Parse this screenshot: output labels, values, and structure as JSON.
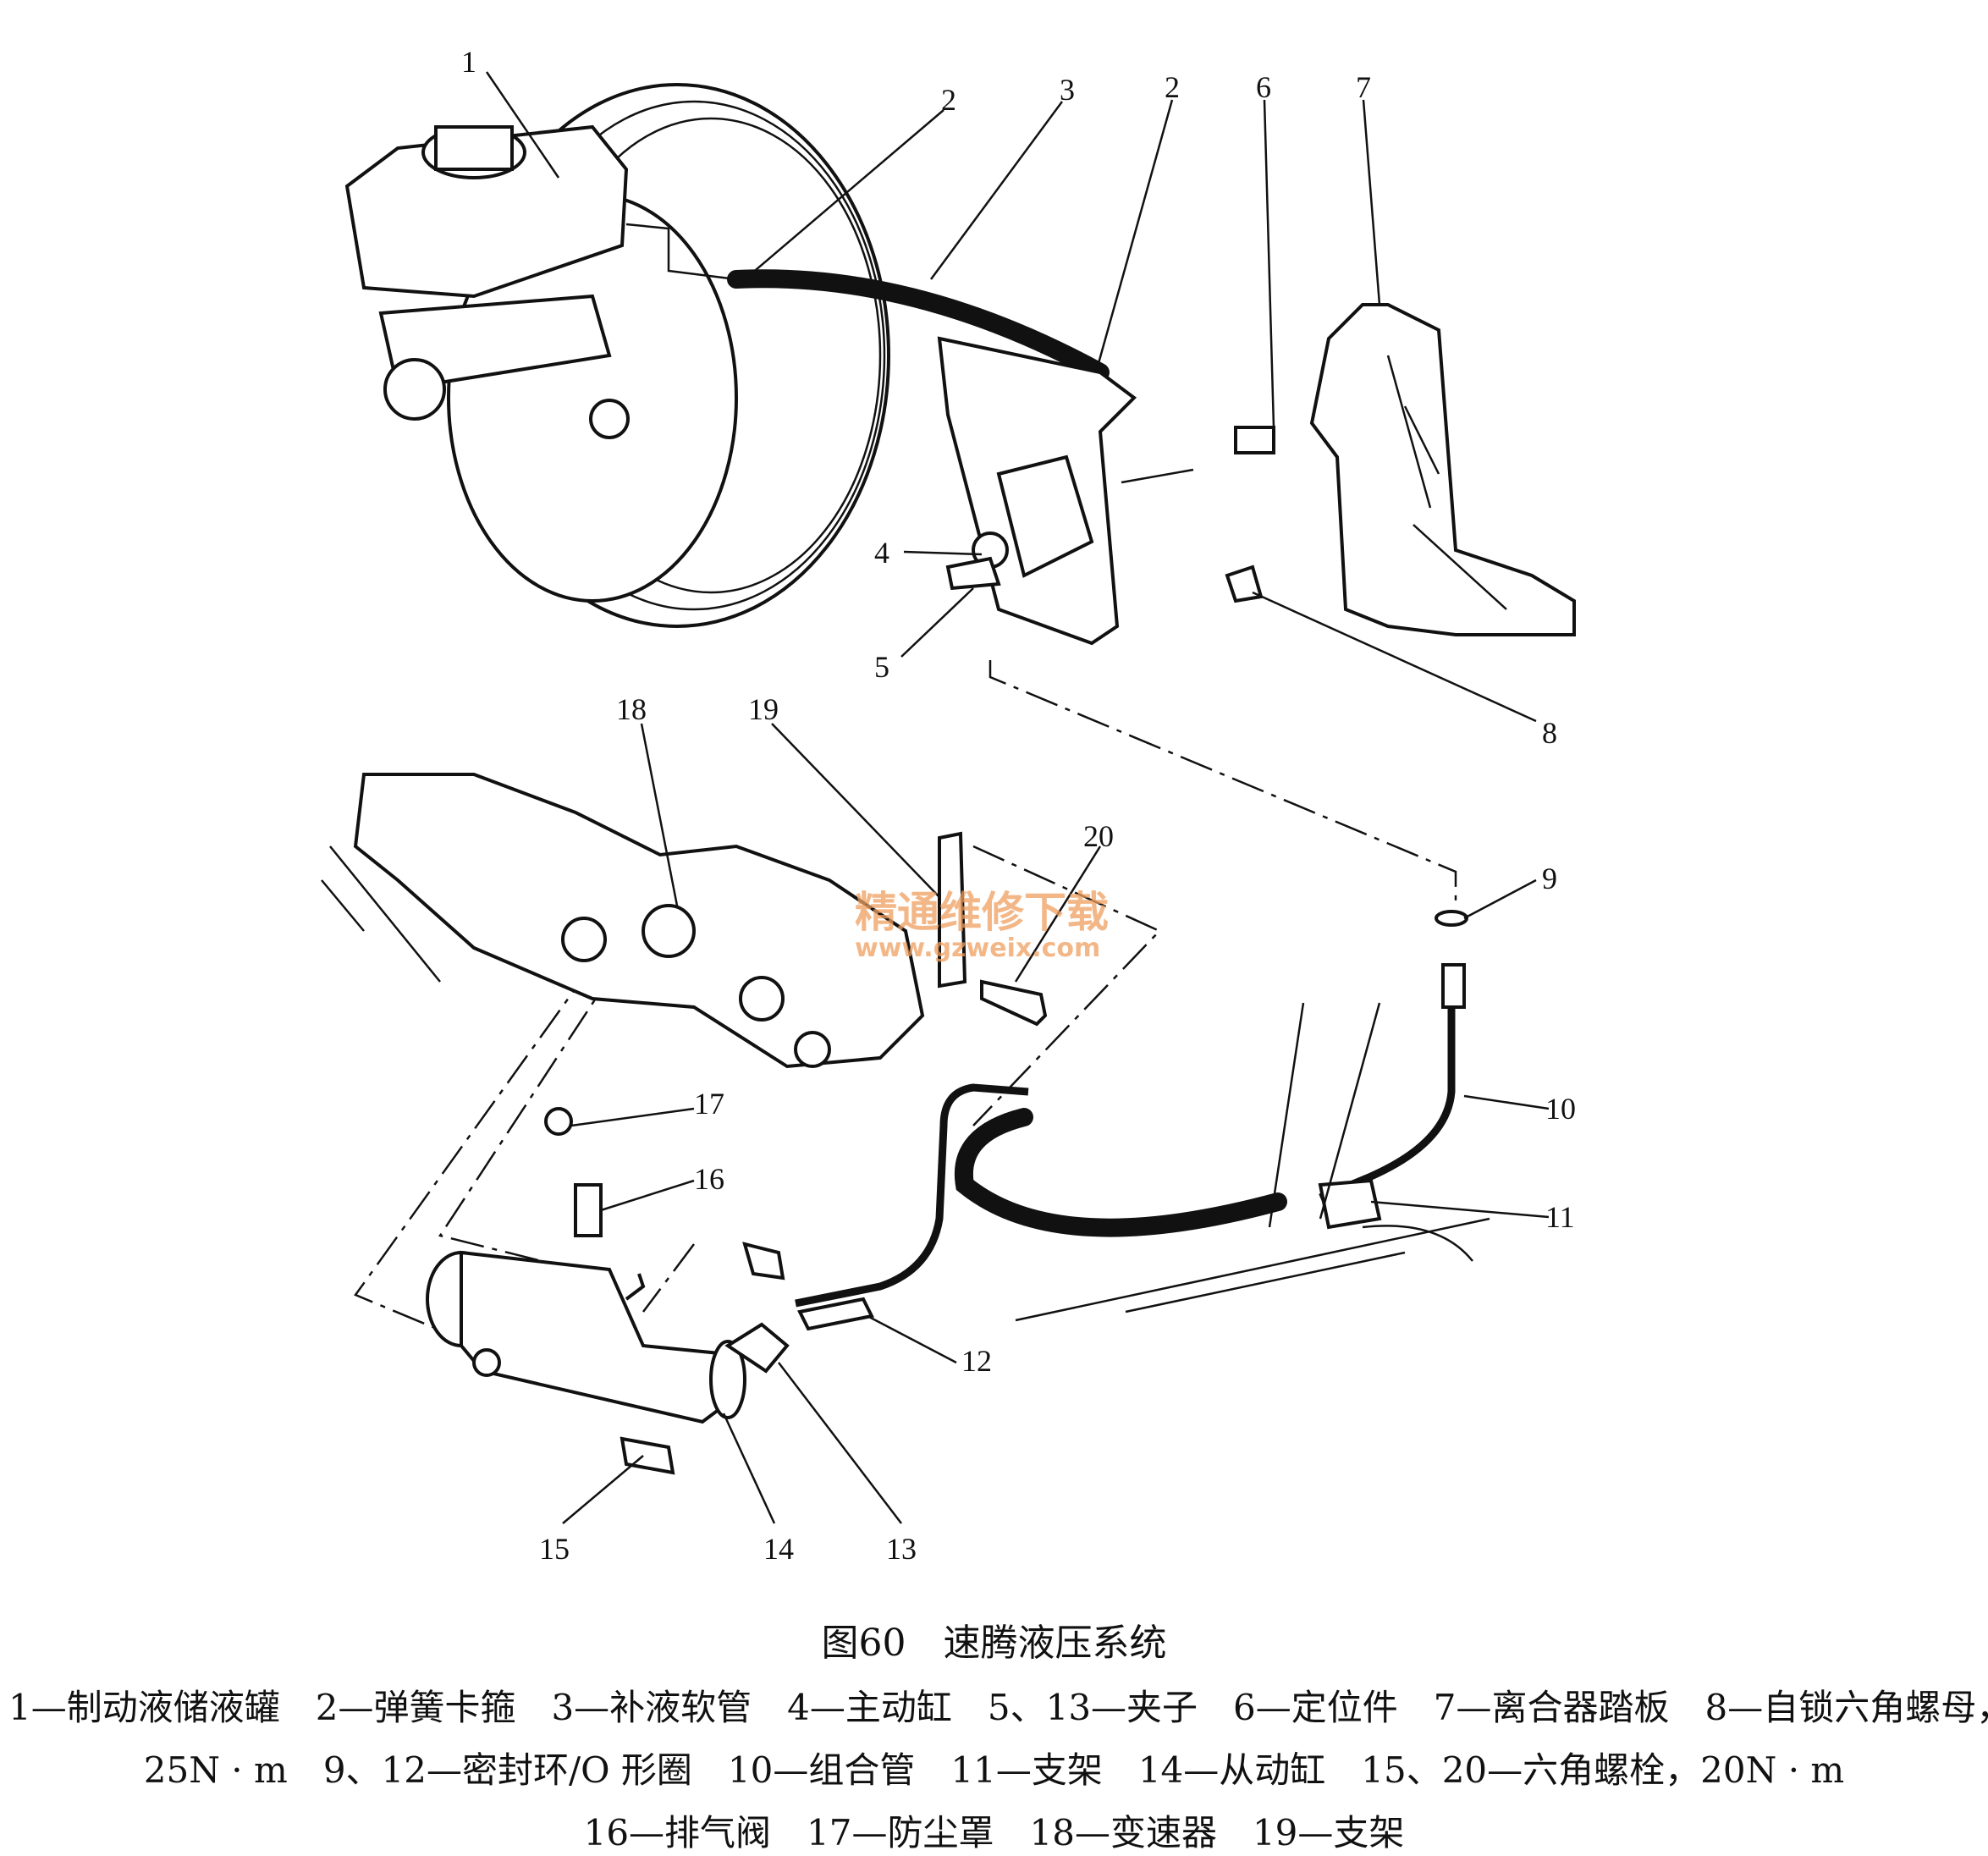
{
  "figure": {
    "title": "图60　速腾液压系统",
    "callouts": [
      "1",
      "2",
      "3",
      "2",
      "6",
      "7",
      "4",
      "5",
      "8",
      "18",
      "19",
      "20",
      "9",
      "10",
      "17",
      "16",
      "11",
      "12",
      "15",
      "14",
      "13"
    ],
    "legend_lines": [
      "1—制动液储液罐　2—弹簧卡箍　3—补液软管　4—主动缸　5、13—夹子　6—定位件　7—离合器踏板　8—自锁六角螺母，",
      "25N · m　9、12—密封环/O 形圈　10—组合管　11—支架　14—从动缸　15、20—六角螺栓，20N · m",
      "16—排气阀　17—防尘罩　18—变速器　19—支架"
    ],
    "watermark": {
      "line1": "精通维修下载",
      "line2": "www.gzweix.com"
    }
  }
}
